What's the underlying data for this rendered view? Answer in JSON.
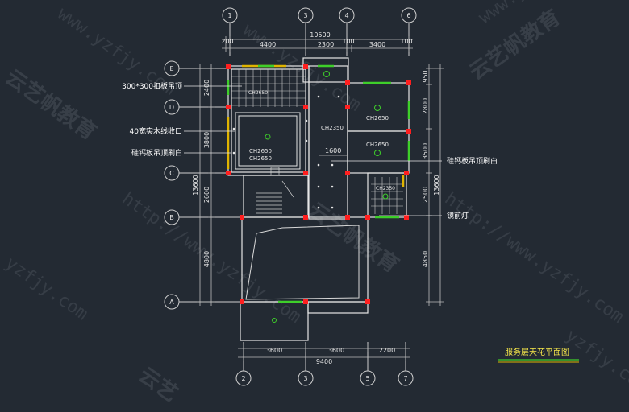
{
  "title": "服务层天花平面图",
  "watermarks": {
    "text1": "www.yzfjy.com",
    "text2": "云艺帆教育",
    "text3": "http://www.yzfjy.com",
    "text4": "yzfjy.com",
    "text5": "云艺"
  },
  "axes_top": [
    "1",
    "3",
    "4",
    "6"
  ],
  "axes_bottom": [
    "2",
    "3",
    "5",
    "7"
  ],
  "axes_left": [
    "E",
    "D",
    "C",
    "B",
    "A"
  ],
  "dims_top": {
    "total": "10500",
    "a": "200",
    "b": "4400",
    "c": "2300",
    "d": "100",
    "e": "3400",
    "f": "100"
  },
  "dims_bottom": {
    "a": "3600",
    "b": "3600",
    "c": "2200",
    "total": "9400"
  },
  "dims_left": {
    "a": "2400",
    "b": "3800",
    "c": "2600",
    "d": "4800",
    "total": "13600"
  },
  "dims_right": {
    "a": "950",
    "b": "2800",
    "c": "3500",
    "d": "2500",
    "e": "4850",
    "total": "13600"
  },
  "labels": {
    "l1": "300*300扣板吊顶",
    "l2": "40宽实木线收口",
    "l3": "硅钙板吊顶刷白",
    "r1": "硅钙板吊顶刷白",
    "r2": "镜前灯"
  },
  "heights": {
    "h1": "CH2650",
    "h2": "CH2650",
    "h3": "CH2650",
    "h4": "CH2350",
    "h5": "CH2650",
    "h6": "CH2650",
    "h7": "CH2350"
  },
  "inner_dim": "1600"
}
